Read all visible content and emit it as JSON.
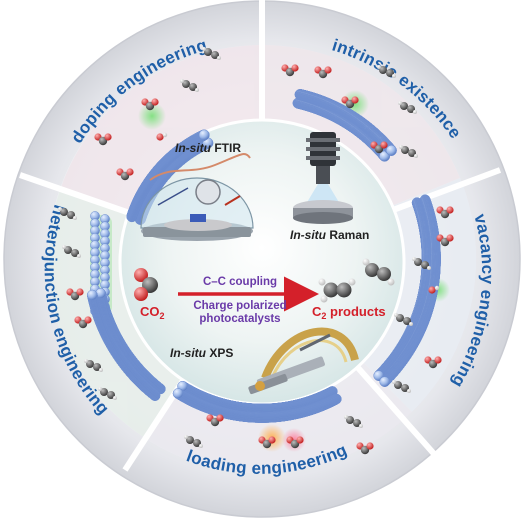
{
  "ring_labels": {
    "doping": "doping engineering",
    "intrinsic": "intrinsic existence",
    "vacancy": "vacancy engineering",
    "loading": "loading engineering",
    "heterojunction": "heterojunction engineering"
  },
  "instruments": {
    "ftir_prefix": "In-situ",
    "ftir_suffix": " FTIR",
    "raman_prefix": "In-situ",
    "raman_suffix": " Raman",
    "xps_prefix": "In-situ",
    "xps_suffix": " XPS"
  },
  "center": {
    "reactant_main": "CO",
    "reactant_sub": "2",
    "arrow_top": "C–C coupling",
    "arrow_bottom_line1": "Charge polarized",
    "arrow_bottom_line2": "photocatalysts",
    "product_main": "C",
    "product_sub": "2",
    "product_suffix": " products"
  },
  "colors": {
    "ring_text": "#1f5fa8",
    "arrow": "#d4202a",
    "coupling_text": "#6a3aa8",
    "catalyst_sphere": "#9db8e8",
    "oxygen": "#d43a3a",
    "carbon": "#555555"
  }
}
